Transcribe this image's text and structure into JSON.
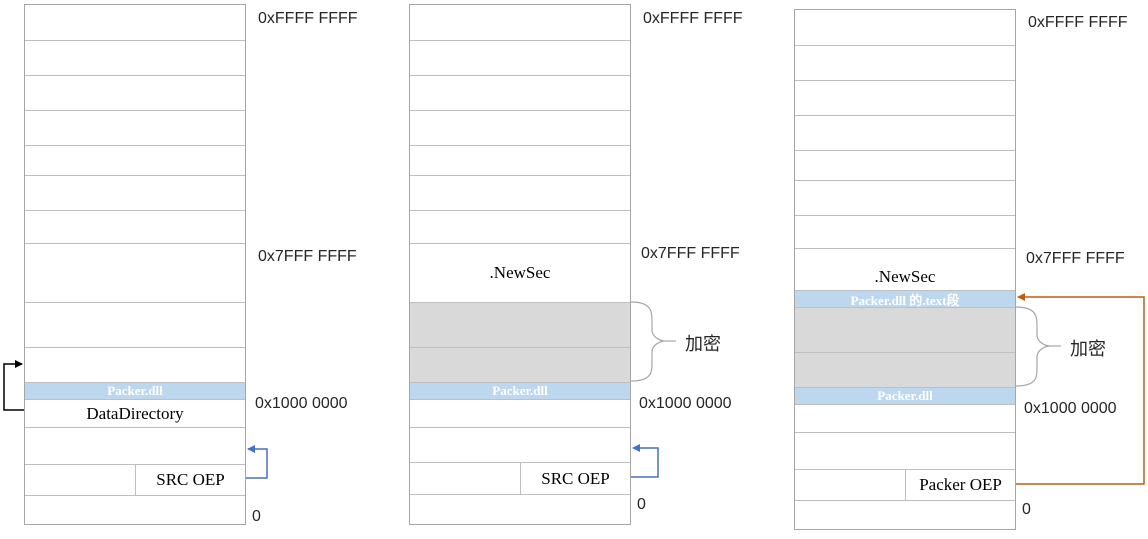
{
  "diagram1": {
    "addr_top": "0xFFFF FFFF",
    "addr_mid": "0x7FFF FFFF",
    "addr_low": "0x1000 0000",
    "addr_zero": "0",
    "packer_dll": "Packer.dll",
    "data_directory": "DataDirectory",
    "src_oep": "SRC OEP"
  },
  "diagram2": {
    "addr_top": "0xFFFF FFFF",
    "addr_mid": "0x7FFF FFFF",
    "addr_low": "0x1000 0000",
    "addr_zero": "0",
    "new_sec": ".NewSec",
    "packer_dll": "Packer.dll",
    "encrypt_label": "加密",
    "src_oep": "SRC OEP"
  },
  "diagram3": {
    "addr_top": "0xFFFF FFFF",
    "addr_mid": "0x7FFF FFFF",
    "addr_low": "0x1000 0000",
    "addr_zero": "0",
    "new_sec": ".NewSec",
    "packer_text": "Packer.dll 的.text段",
    "packer_dll": "Packer.dll",
    "encrypt_label": "加密",
    "packer_oep": "Packer OEP"
  },
  "colors": {
    "blue_section": "#bdd7ee",
    "grey_section": "#d9d9d9",
    "blue_arrow": "#4472c4",
    "red_arrow": "#c55a11"
  }
}
